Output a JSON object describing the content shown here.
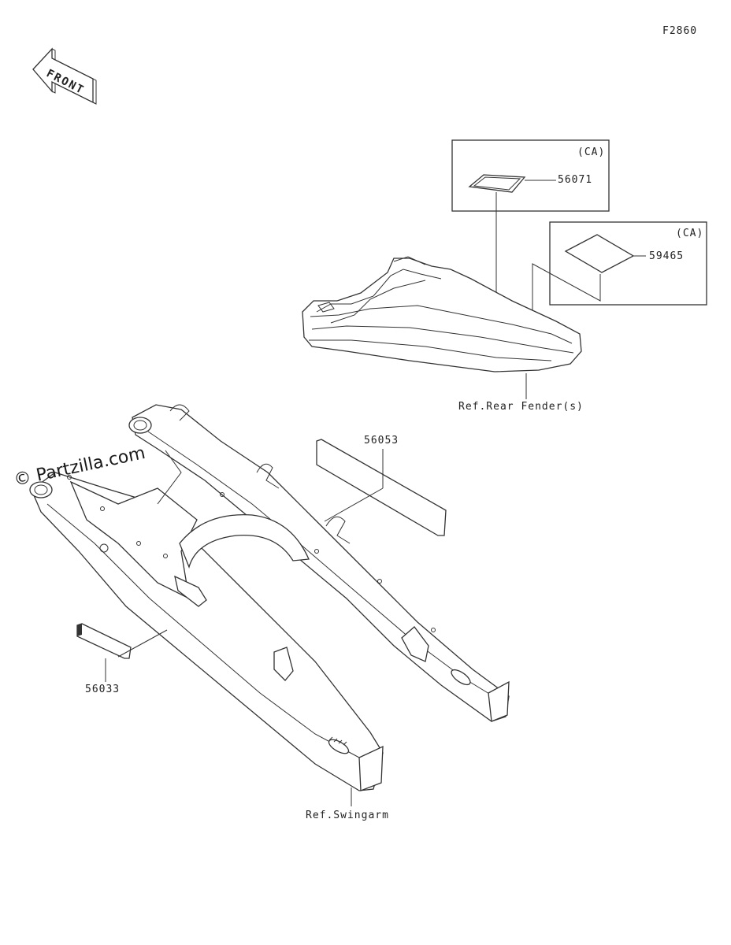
{
  "diagram_code": "F2860",
  "front_label": "FRONT",
  "watermark": "Partzilla.com",
  "watermark_symbol": "©",
  "callouts": {
    "ca_top": "(CA)",
    "part_56071": "56071",
    "ca_right": "(CA)",
    "part_59465": "59465",
    "rear_fender_ref": "Ref.Rear Fender(s)",
    "part_56053": "56053",
    "part_56033": "56033",
    "swingarm_ref": "Ref.Swingarm"
  },
  "colors": {
    "line": "#333333",
    "background": "#ffffff"
  }
}
